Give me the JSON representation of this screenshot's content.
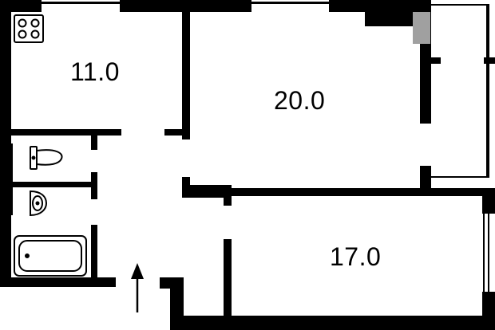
{
  "rooms": [
    {
      "id": "kitchen",
      "area": "11.0"
    },
    {
      "id": "living-room",
      "area": "20.0"
    },
    {
      "id": "bedroom",
      "area": "17.0"
    }
  ],
  "colors": {
    "wall": "#000000",
    "floor": "#ffffff",
    "fixture_stroke": "#000000",
    "shaft": "#a0a0a0"
  },
  "icons": [
    "stove-icon",
    "toilet-icon",
    "sink-icon",
    "bathtub-icon",
    "entrance-arrow-icon",
    "ventilation-shaft-icon"
  ]
}
